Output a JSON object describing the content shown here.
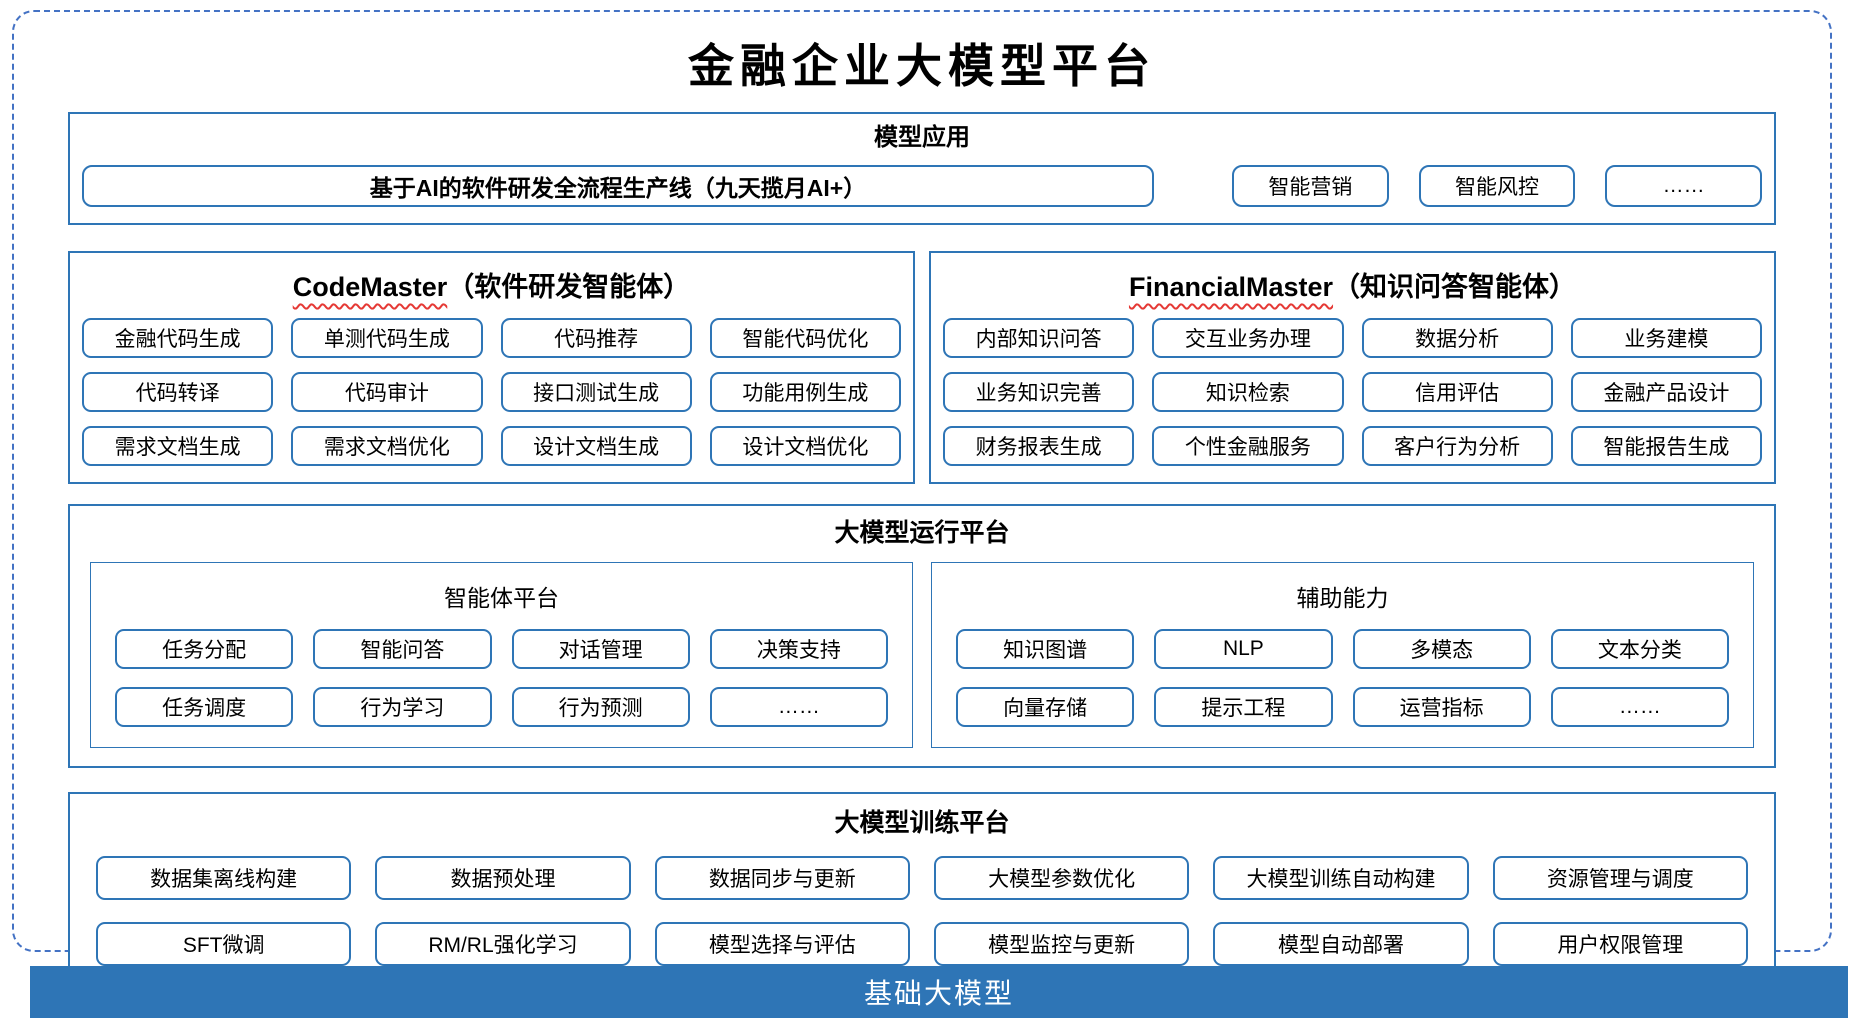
{
  "title": "金融企业大模型平台",
  "colors": {
    "border_blue": "#2E75B6",
    "dashed_border_blue": "#4472C4",
    "wavy_underline_red": "#E53935",
    "foundation_bar_bg": "#2E75B6",
    "foundation_bar_text": "#FFFFFF"
  },
  "sections": {
    "model_app": {
      "header": "模型应用",
      "main_item": "基于AI的软件研发全流程生产线（九天揽月AI+）",
      "items": [
        "智能营销",
        "智能风控",
        "……"
      ]
    },
    "agents": [
      {
        "name": "CodeMaster",
        "name_suffix": "（软件研发智能体）",
        "items": [
          "金融代码生成",
          "单测代码生成",
          "代码推荐",
          "智能代码优化",
          "代码转译",
          "代码审计",
          "接口测试生成",
          "功能用例生成",
          "需求文档生成",
          "需求文档优化",
          "设计文档生成",
          "设计文档优化"
        ]
      },
      {
        "name": "FinancialMaster",
        "name_suffix": "（知识问答智能体）",
        "items": [
          "内部知识问答",
          "交互业务办理",
          "数据分析",
          "业务建模",
          "业务知识完善",
          "知识检索",
          "信用评估",
          "金融产品设计",
          "财务报表生成",
          "个性金融服务",
          "客户行为分析",
          "智能报告生成"
        ]
      }
    ],
    "runtime": {
      "header": "大模型运行平台",
      "groups": [
        {
          "title": "智能体平台",
          "items": [
            "任务分配",
            "智能问答",
            "对话管理",
            "决策支持",
            "任务调度",
            "行为学习",
            "行为预测",
            "……"
          ]
        },
        {
          "title": "辅助能力",
          "items": [
            "知识图谱",
            "NLP",
            "多模态",
            "文本分类",
            "向量存储",
            "提示工程",
            "运营指标",
            "……"
          ]
        }
      ]
    },
    "training": {
      "header": "大模型训练平台",
      "items": [
        "数据集离线构建",
        "数据预处理",
        "数据同步与更新",
        "大模型参数优化",
        "大模型训练自动构建",
        "资源管理与调度",
        "SFT微调",
        "RM/RL强化学习",
        "模型选择与评估",
        "模型监控与更新",
        "模型自动部署",
        "用户权限管理"
      ]
    },
    "foundation": {
      "label": "基础大模型"
    }
  }
}
